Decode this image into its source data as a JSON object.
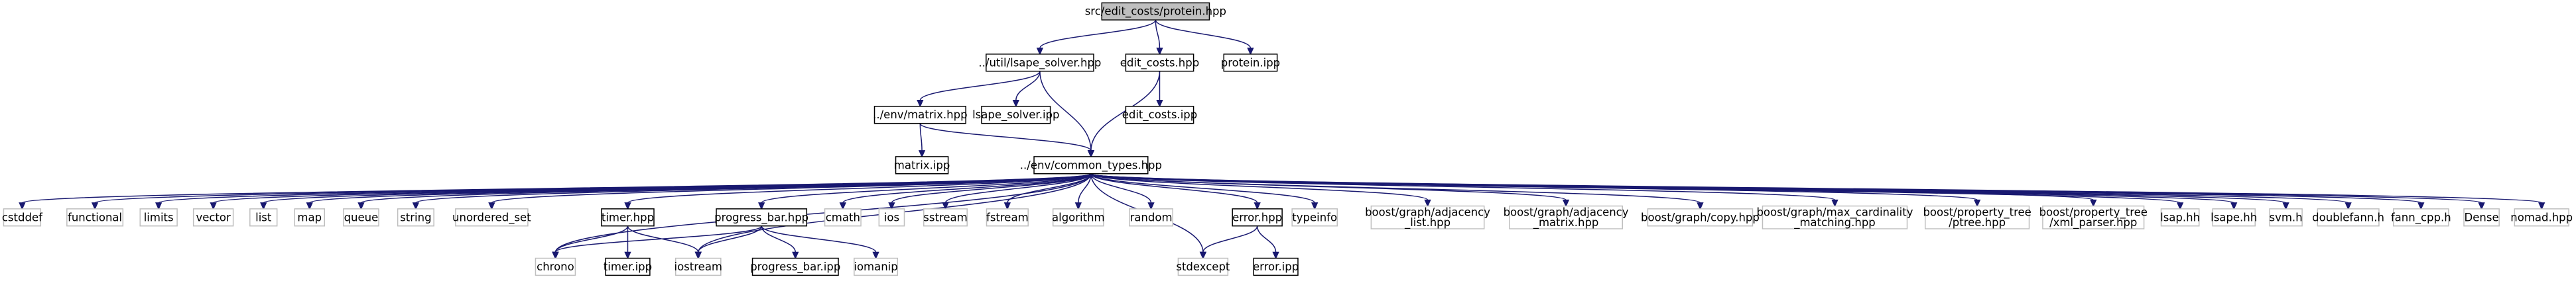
{
  "colors": {
    "edge": "#191970",
    "border_default": "#000000",
    "border_external": "#bfbfbf",
    "fill_root": "#bfbfbf",
    "fill_default": "#ffffff"
  },
  "nodes": [
    {
      "id": "protein_hpp",
      "lines": [
        "src/edit_costs/protein.hpp"
      ],
      "kind": "root"
    },
    {
      "id": "lsape_solver_hpp",
      "lines": [
        "../util/lsape_solver.hpp"
      ],
      "kind": "file"
    },
    {
      "id": "edit_costs_hpp",
      "lines": [
        "edit_costs.hpp"
      ],
      "kind": "file"
    },
    {
      "id": "protein_ipp",
      "lines": [
        "protein.ipp"
      ],
      "kind": "file"
    },
    {
      "id": "matrix_hpp",
      "lines": [
        "../env/matrix.hpp"
      ],
      "kind": "file"
    },
    {
      "id": "lsape_solver_ipp",
      "lines": [
        "lsape_solver.ipp"
      ],
      "kind": "file"
    },
    {
      "id": "edit_costs_ipp",
      "lines": [
        "edit_costs.ipp"
      ],
      "kind": "file"
    },
    {
      "id": "matrix_ipp",
      "lines": [
        "matrix.ipp"
      ],
      "kind": "file"
    },
    {
      "id": "common_types_hpp",
      "lines": [
        "../env/common_types.hpp"
      ],
      "kind": "file"
    },
    {
      "id": "cstddef",
      "lines": [
        "cstddef"
      ],
      "kind": "external"
    },
    {
      "id": "functional",
      "lines": [
        "functional"
      ],
      "kind": "external"
    },
    {
      "id": "limits",
      "lines": [
        "limits"
      ],
      "kind": "external"
    },
    {
      "id": "vector",
      "lines": [
        "vector"
      ],
      "kind": "external"
    },
    {
      "id": "list",
      "lines": [
        "list"
      ],
      "kind": "external"
    },
    {
      "id": "map",
      "lines": [
        "map"
      ],
      "kind": "external"
    },
    {
      "id": "queue",
      "lines": [
        "queue"
      ],
      "kind": "external"
    },
    {
      "id": "string",
      "lines": [
        "string"
      ],
      "kind": "external"
    },
    {
      "id": "unordered_set",
      "lines": [
        "unordered_set"
      ],
      "kind": "external"
    },
    {
      "id": "timer_hpp",
      "lines": [
        "timer.hpp"
      ],
      "kind": "file"
    },
    {
      "id": "progress_bar_hpp",
      "lines": [
        "progress_bar.hpp"
      ],
      "kind": "file"
    },
    {
      "id": "cmath",
      "lines": [
        "cmath"
      ],
      "kind": "external"
    },
    {
      "id": "ios",
      "lines": [
        "ios"
      ],
      "kind": "external"
    },
    {
      "id": "sstream",
      "lines": [
        "sstream"
      ],
      "kind": "external"
    },
    {
      "id": "fstream",
      "lines": [
        "fstream"
      ],
      "kind": "external"
    },
    {
      "id": "algorithm",
      "lines": [
        "algorithm"
      ],
      "kind": "external"
    },
    {
      "id": "random",
      "lines": [
        "random"
      ],
      "kind": "external"
    },
    {
      "id": "error_hpp",
      "lines": [
        "error.hpp"
      ],
      "kind": "file"
    },
    {
      "id": "typeinfo",
      "lines": [
        "typeinfo"
      ],
      "kind": "external"
    },
    {
      "id": "adjacency_list",
      "lines": [
        "boost/graph/adjacency",
        "_list.hpp"
      ],
      "kind": "external"
    },
    {
      "id": "adjacency_matrix",
      "lines": [
        "boost/graph/adjacency",
        "_matrix.hpp"
      ],
      "kind": "external"
    },
    {
      "id": "graph_copy",
      "lines": [
        "boost/graph/copy.hpp"
      ],
      "kind": "external"
    },
    {
      "id": "max_card",
      "lines": [
        "boost/graph/max_cardinality",
        "_matching.hpp"
      ],
      "kind": "external"
    },
    {
      "id": "ptree",
      "lines": [
        "boost/property_tree",
        "/ptree.hpp"
      ],
      "kind": "external"
    },
    {
      "id": "xml_parser",
      "lines": [
        "boost/property_tree",
        "/xml_parser.hpp"
      ],
      "kind": "external"
    },
    {
      "id": "lsap_hh",
      "lines": [
        "lsap.hh"
      ],
      "kind": "external"
    },
    {
      "id": "lsape_hh",
      "lines": [
        "lsape.hh"
      ],
      "kind": "external"
    },
    {
      "id": "svm_h",
      "lines": [
        "svm.h"
      ],
      "kind": "external"
    },
    {
      "id": "doublefann_h",
      "lines": [
        "doublefann.h"
      ],
      "kind": "external"
    },
    {
      "id": "fann_cpp_h",
      "lines": [
        "fann_cpp.h"
      ],
      "kind": "external"
    },
    {
      "id": "dense",
      "lines": [
        "Dense"
      ],
      "kind": "external"
    },
    {
      "id": "nomad_hpp",
      "lines": [
        "nomad.hpp"
      ],
      "kind": "external"
    },
    {
      "id": "chrono",
      "lines": [
        "chrono"
      ],
      "kind": "external"
    },
    {
      "id": "timer_ipp",
      "lines": [
        "timer.ipp"
      ],
      "kind": "file"
    },
    {
      "id": "iostream",
      "lines": [
        "iostream"
      ],
      "kind": "external"
    },
    {
      "id": "progress_bar_ipp",
      "lines": [
        "progress_bar.ipp"
      ],
      "kind": "file"
    },
    {
      "id": "iomanip",
      "lines": [
        "iomanip"
      ],
      "kind": "external"
    },
    {
      "id": "stdexcept",
      "lines": [
        "stdexcept"
      ],
      "kind": "external"
    },
    {
      "id": "error_ipp",
      "lines": [
        "error.ipp"
      ],
      "kind": "file"
    }
  ],
  "edges": [
    [
      "protein_hpp",
      "lsape_solver_hpp"
    ],
    [
      "protein_hpp",
      "edit_costs_hpp"
    ],
    [
      "protein_hpp",
      "protein_ipp"
    ],
    [
      "lsape_solver_hpp",
      "matrix_hpp"
    ],
    [
      "lsape_solver_hpp",
      "lsape_solver_ipp"
    ],
    [
      "lsape_solver_hpp",
      "common_types_hpp"
    ],
    [
      "edit_costs_hpp",
      "edit_costs_ipp"
    ],
    [
      "edit_costs_hpp",
      "common_types_hpp"
    ],
    [
      "matrix_hpp",
      "matrix_ipp"
    ],
    [
      "matrix_hpp",
      "common_types_hpp"
    ],
    [
      "common_types_hpp",
      "cstddef"
    ],
    [
      "common_types_hpp",
      "functional"
    ],
    [
      "common_types_hpp",
      "limits"
    ],
    [
      "common_types_hpp",
      "vector"
    ],
    [
      "common_types_hpp",
      "list"
    ],
    [
      "common_types_hpp",
      "map"
    ],
    [
      "common_types_hpp",
      "queue"
    ],
    [
      "common_types_hpp",
      "string"
    ],
    [
      "common_types_hpp",
      "unordered_set"
    ],
    [
      "common_types_hpp",
      "timer_hpp"
    ],
    [
      "common_types_hpp",
      "progress_bar_hpp"
    ],
    [
      "common_types_hpp",
      "cmath"
    ],
    [
      "common_types_hpp",
      "ios"
    ],
    [
      "common_types_hpp",
      "sstream"
    ],
    [
      "common_types_hpp",
      "fstream"
    ],
    [
      "common_types_hpp",
      "algorithm"
    ],
    [
      "common_types_hpp",
      "random"
    ],
    [
      "common_types_hpp",
      "error_hpp"
    ],
    [
      "common_types_hpp",
      "typeinfo"
    ],
    [
      "common_types_hpp",
      "adjacency_list"
    ],
    [
      "common_types_hpp",
      "adjacency_matrix"
    ],
    [
      "common_types_hpp",
      "graph_copy"
    ],
    [
      "common_types_hpp",
      "max_card"
    ],
    [
      "common_types_hpp",
      "ptree"
    ],
    [
      "common_types_hpp",
      "xml_parser"
    ],
    [
      "common_types_hpp",
      "lsap_hh"
    ],
    [
      "common_types_hpp",
      "lsape_hh"
    ],
    [
      "common_types_hpp",
      "svm_h"
    ],
    [
      "common_types_hpp",
      "doublefann_h"
    ],
    [
      "common_types_hpp",
      "fann_cpp_h"
    ],
    [
      "common_types_hpp",
      "dense"
    ],
    [
      "common_types_hpp",
      "nomad_hpp"
    ],
    [
      "common_types_hpp",
      "chrono"
    ],
    [
      "common_types_hpp",
      "iostream"
    ],
    [
      "common_types_hpp",
      "stdexcept"
    ],
    [
      "timer_hpp",
      "chrono"
    ],
    [
      "timer_hpp",
      "timer_ipp"
    ],
    [
      "timer_hpp",
      "iostream"
    ],
    [
      "progress_bar_hpp",
      "chrono"
    ],
    [
      "progress_bar_hpp",
      "iostream"
    ],
    [
      "progress_bar_hpp",
      "progress_bar_ipp"
    ],
    [
      "progress_bar_hpp",
      "iomanip"
    ],
    [
      "error_hpp",
      "stdexcept"
    ],
    [
      "error_hpp",
      "error_ipp"
    ]
  ]
}
